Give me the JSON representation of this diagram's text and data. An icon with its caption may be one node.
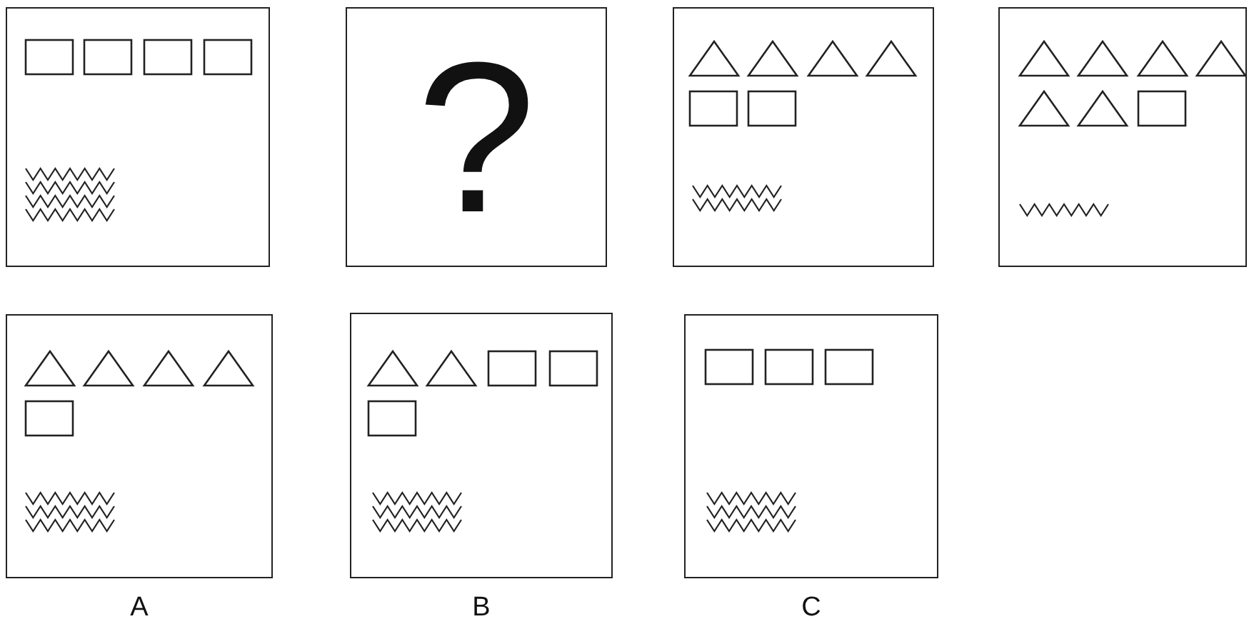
{
  "diagram": {
    "nodes": [
      {
        "text": [],
        "shape": "box"
      },
      {
        "text": [
          "?"
        ]
      },
      {
        "text": [],
        "shape": "box"
      },
      {
        "text": [],
        "shape": "box"
      },
      {
        "text": [],
        "shape": "box",
        "beside": [
          "A"
        ]
      },
      {
        "text": [],
        "shape": "box",
        "beside": [
          "B"
        ]
      },
      {
        "text": [],
        "shape": "box",
        "beside": [
          "C"
        ]
      }
    ]
  }
}
